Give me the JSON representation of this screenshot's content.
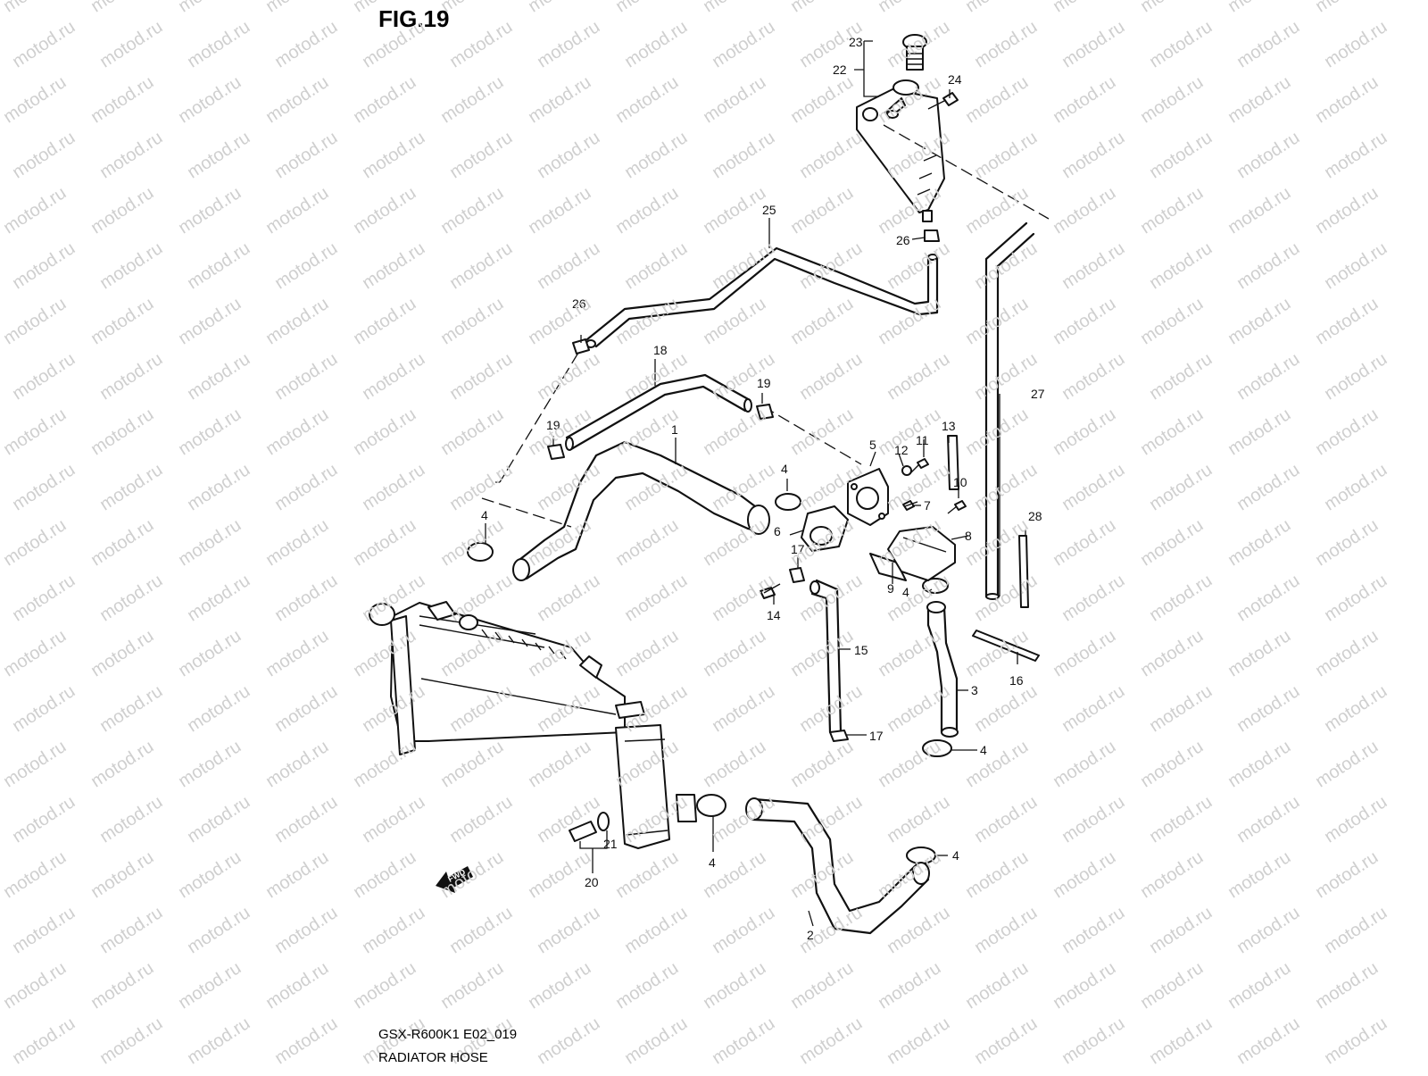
{
  "figure": {
    "title": "FIG.19"
  },
  "footer": {
    "model_code": "GSX-R600K1 E02_019",
    "name": "RADIATOR HOSE"
  },
  "watermark": {
    "text": "motod.ru"
  },
  "fwd_badge": {
    "text": "FWD"
  },
  "callouts": [
    "1",
    "2",
    "3",
    "4",
    "4",
    "4",
    "4",
    "4",
    "4",
    "4",
    "5",
    "6",
    "7",
    "8",
    "9",
    "10",
    "11",
    "12",
    "13",
    "14",
    "15",
    "16",
    "17",
    "17",
    "18",
    "19",
    "19",
    "20",
    "21",
    "22",
    "23",
    "24",
    "25",
    "26",
    "26",
    "27",
    "28"
  ]
}
